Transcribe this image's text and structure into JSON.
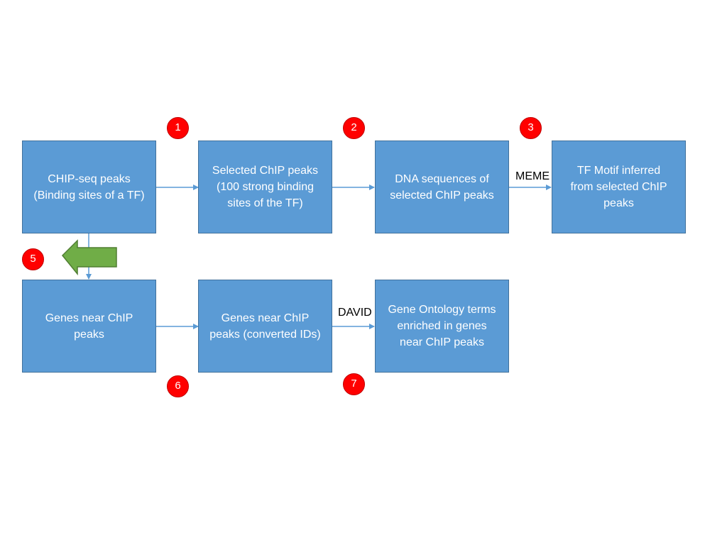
{
  "nodes": {
    "chip_seq_peaks": {
      "line1": "CHIP-seq peaks",
      "line2": "(Binding sites of a TF)"
    },
    "selected_chip_peaks": {
      "line1": "Selected ChIP peaks",
      "line2": "(100 strong binding",
      "line3": "sites of the TF)"
    },
    "dna_sequences": {
      "line1": "DNA sequences of",
      "line2": "selected ChIP peaks"
    },
    "tf_motif": {
      "line1": "TF Motif inferred",
      "line2": "from selected ChIP",
      "line3": "peaks"
    },
    "genes_near_chip": {
      "line1": "Genes near ChIP",
      "line2": "peaks"
    },
    "genes_converted": {
      "line1": "Genes near ChIP",
      "line2": "peaks (converted IDs)"
    },
    "gene_ontology": {
      "line1": "Gene Ontology terms",
      "line2": "enriched in genes",
      "line3": "near ChIP peaks"
    }
  },
  "edge_labels": {
    "meme": "MEME",
    "david": "DAVID"
  },
  "badges": {
    "b1": "1",
    "b2": "2",
    "b3": "3",
    "b5": "5",
    "b6": "6",
    "b7": "7"
  },
  "colors": {
    "box_fill": "#5b9bd5",
    "box_border": "#41719c",
    "badge_fill": "#ff0000",
    "connector": "#5b9bd5",
    "big_arrow_fill": "#70ad47",
    "big_arrow_border": "#507e32"
  },
  "icons": {
    "big_arrow": "green-left-arrow-icon"
  }
}
